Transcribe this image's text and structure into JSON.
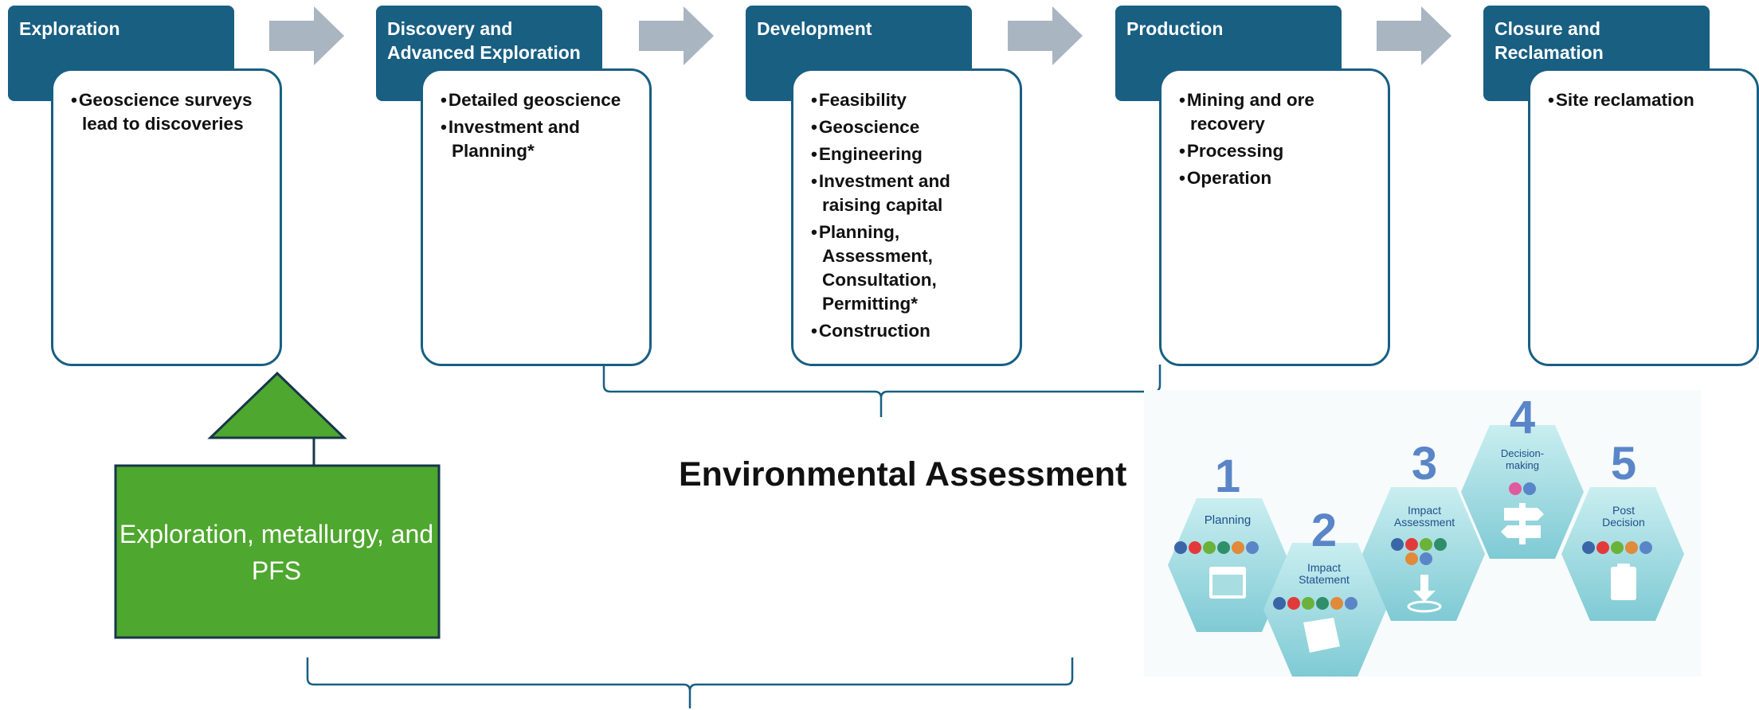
{
  "stages": [
    {
      "title": "Exploration",
      "bullets": [
        "Geoscience surveys lead to discoveries"
      ]
    },
    {
      "title": "Discovery and Advanced Exploration",
      "bullets": [
        "Detailed geoscience",
        "Investment and Planning*"
      ]
    },
    {
      "title": "Development",
      "bullets": [
        "Feasibility",
        "Geoscience",
        "Engineering",
        "Investment and raising capital",
        "Planning, Assessment, Consultation, Permitting*",
        "Construction"
      ]
    },
    {
      "title": "Production",
      "bullets": [
        "Mining and ore recovery",
        "Processing",
        "Operation"
      ]
    },
    {
      "title": "Closure and Reclamation",
      "bullets": [
        "Site reclamation"
      ]
    }
  ],
  "environmental_assessment": "Environmental Assessment",
  "green_box_label": "Exploration, metallurgy, and PFS",
  "process_steps": [
    {
      "number": "1",
      "label": "Planning"
    },
    {
      "number": "2",
      "label": "Impact Statement"
    },
    {
      "number": "3",
      "label": "Impact Assessment"
    },
    {
      "number": "4",
      "label": "Decision-making"
    },
    {
      "number": "5",
      "label": "Post Decision"
    }
  ],
  "colors": {
    "header_blue": "#185f82",
    "arrow_gray": "#a9b5c1",
    "green": "#4ea72e",
    "hex_teal": "#8fd3d8",
    "step_number_blue": "#5a86c8"
  }
}
